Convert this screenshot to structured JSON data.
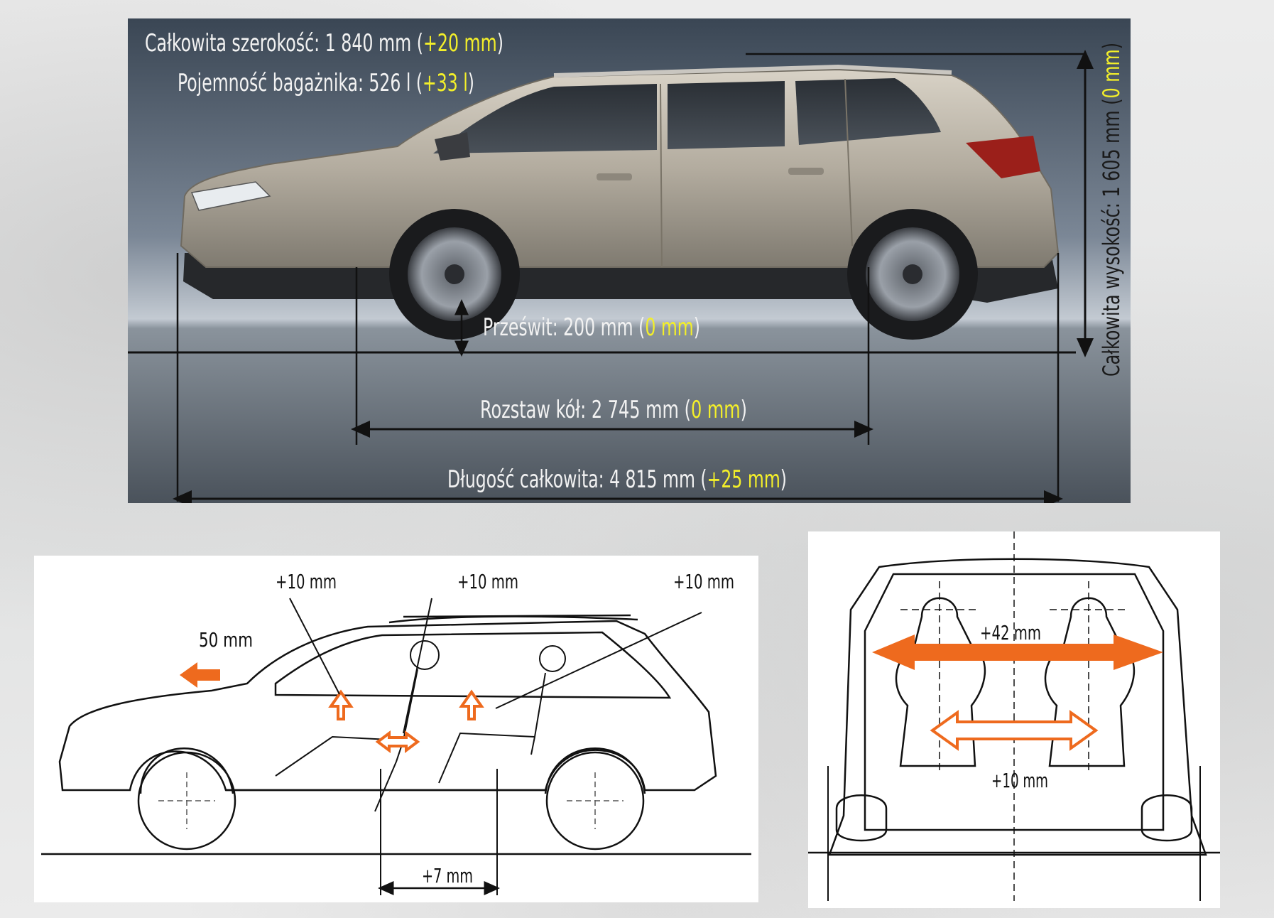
{
  "top": {
    "width": {
      "label": "Całkowita szerokość: 1 840 mm (",
      "delta": "+20 mm",
      "close": ")"
    },
    "trunk": {
      "label": "Pojemność bagażnika: 526 l (",
      "delta": "+33 l",
      "close": ")"
    },
    "ground_clearance": {
      "label": "Prześwit: 200 mm (",
      "delta": "0 mm",
      "close": ")"
    },
    "wheelbase": {
      "label": "Rozstaw kół: 2 745 mm (",
      "delta": "0 mm",
      "close": ")"
    },
    "length": {
      "label": "Długość całkowita: 4 815 mm (",
      "delta": "+25 mm",
      "close": ")"
    },
    "height": {
      "label": "Całkowita wysokość: 1 605 mm (",
      "delta": "0 mm",
      "close": ")"
    }
  },
  "side_view": {
    "label_front_head": "+10 mm",
    "label_mid_head": "+10 mm",
    "label_rear_head": "+10 mm",
    "label_hood": "50 mm",
    "label_legroom": "+7 mm"
  },
  "front_view": {
    "label_shoulder": "+42 mm",
    "label_hip": "+10 mm"
  },
  "colors": {
    "accent_orange": "#ee6a1e",
    "highlight_yellow": "#f3ef2a",
    "panel_bg": "#3e4a57",
    "text_light": "#f2f2f2"
  },
  "icons": [
    "car-side-photo",
    "car-side-outline",
    "car-front-outline",
    "seat-occupant",
    "arrow-up",
    "arrow-left",
    "arrow-double"
  ]
}
